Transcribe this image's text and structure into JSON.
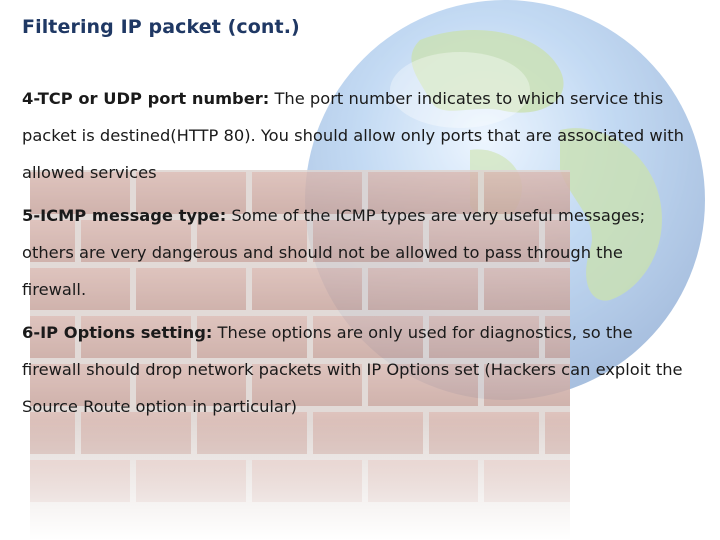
{
  "slide": {
    "title": "Filtering IP packet (cont.)",
    "paragraphs": [
      {
        "term": "4-TCP or UDP port number:",
        "text": " The port number indicates to which service this packet is destined(HTTP 80). You should allow only ports that are associated with allowed services"
      },
      {
        "term": "5-ICMP message type:",
        "text": " Some of the ICMP types are very useful messages; others are very dangerous and should not be allowed to pass through the firewall."
      },
      {
        "term": "6-IP Options setting:",
        "text": " These options are only used for diagnostics, so the firewall should drop network packets with IP Options set (Hackers can exploit the Source Route option in particular)"
      }
    ]
  },
  "art": {
    "globe_icon": "globe-icon",
    "wall_icon": "brick-wall-icon",
    "ocean_color": "#4f86c6",
    "land_color": "#8fbf5a",
    "brick_color": "#b67f72",
    "mortar_color": "#c9b9b4"
  }
}
